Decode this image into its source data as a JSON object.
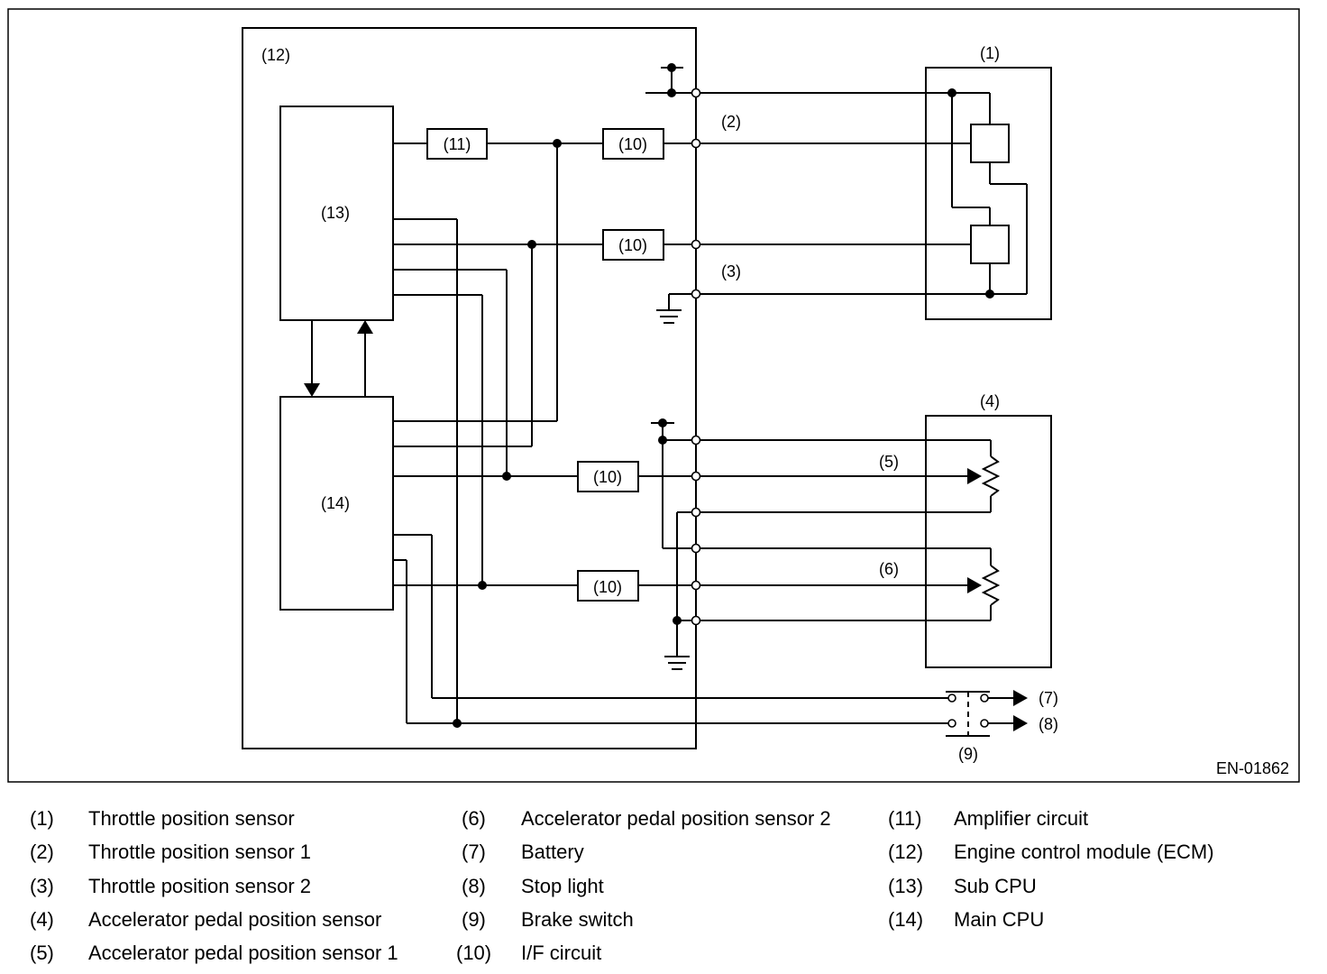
{
  "diagram": {
    "figure_id": "EN-01862",
    "labels": {
      "n1": "(1)",
      "n2": "(2)",
      "n3": "(3)",
      "n4": "(4)",
      "n5": "(5)",
      "n6": "(6)",
      "n7": "(7)",
      "n8": "(8)",
      "n9": "(9)",
      "n10": "(10)",
      "n11": "(11)",
      "n12": "(12)",
      "n13": "(13)",
      "n14": "(14)"
    }
  },
  "legend": [
    {
      "num": "(1)",
      "text": "Throttle position sensor"
    },
    {
      "num": "(2)",
      "text": "Throttle position sensor 1"
    },
    {
      "num": "(3)",
      "text": "Throttle position sensor 2"
    },
    {
      "num": "(4)",
      "text": "Accelerator pedal position sensor"
    },
    {
      "num": "(5)",
      "text": "Accelerator pedal position sensor 1"
    },
    {
      "num": "(6)",
      "text": "Accelerator pedal position sensor 2"
    },
    {
      "num": "(7)",
      "text": "Battery"
    },
    {
      "num": "(8)",
      "text": "Stop light"
    },
    {
      "num": "(9)",
      "text": "Brake switch"
    },
    {
      "num": "(10)",
      "text": "I/F circuit"
    },
    {
      "num": "(11)",
      "text": "Amplifier circuit"
    },
    {
      "num": "(12)",
      "text": "Engine control module (ECM)"
    },
    {
      "num": "(13)",
      "text": "Sub CPU"
    },
    {
      "num": "(14)",
      "text": "Main CPU"
    }
  ]
}
